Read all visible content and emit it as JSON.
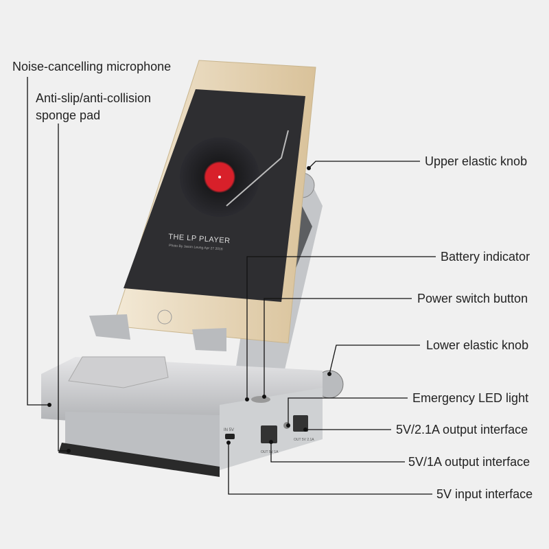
{
  "callouts": {
    "microphone": "Noise-cancelling microphone",
    "sponge_pad_line1": "Anti-slip/anti-collision",
    "sponge_pad_line2": "sponge pad",
    "upper_knob": "Upper elastic knob",
    "battery_indicator": "Battery indicator",
    "power_switch": "Power switch button",
    "lower_knob": "Lower elastic knob",
    "emergency_led": "Emergency LED light",
    "output_21a": "5V/2.1A output interface",
    "output_1a": "5V/1A output interface",
    "input_5v": "5V input interface"
  },
  "phone_screen": {
    "title": "THE LP PLAYER",
    "subtitle": "Photo By Jason Leung  Apr 27 2016"
  },
  "device_labels": {
    "in_port": "IN 5V",
    "out_1a": "OUT 5V 1A",
    "out_21a": "OUT 5V 2.1A"
  },
  "colors": {
    "accent_red": "#d8202a",
    "line": "#111111",
    "background": "#f0f0f0"
  }
}
